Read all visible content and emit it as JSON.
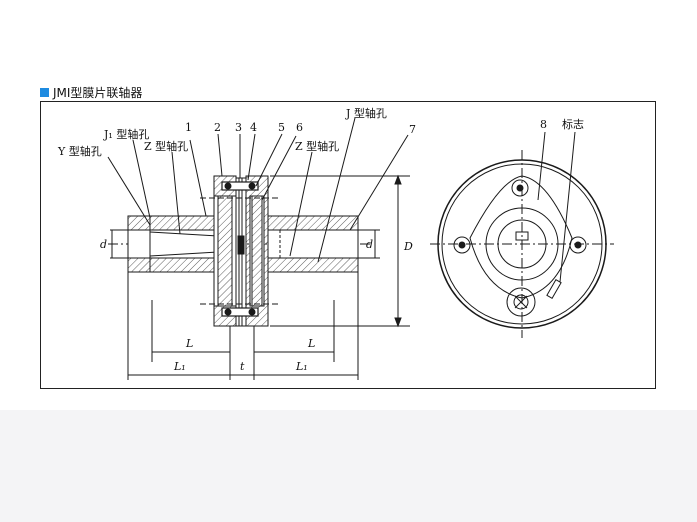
{
  "title": "JMI型膜片联轴器",
  "labels": {
    "y_shaft": "Y 型轴孔",
    "j1_shaft": "J₁ 型轴孔",
    "z_shaft_left": "Z 型轴孔",
    "z_shaft_right": "Z 型轴孔",
    "j_shaft": "J 型轴孔",
    "mark": "标志",
    "n1": "1",
    "n2": "2",
    "n3": "3",
    "n4": "4",
    "n5": "5",
    "n6": "6",
    "n7": "7",
    "n8": "8",
    "d_left": "d",
    "d_right": "d",
    "D": "D",
    "L_left": "L",
    "L_right": "L",
    "L1_left": "L₁",
    "L1_right": "L₁",
    "t": "t"
  },
  "colors": {
    "accent": "#1e8be0",
    "line": "#1a1a1a",
    "band": "#f4f4f6"
  }
}
